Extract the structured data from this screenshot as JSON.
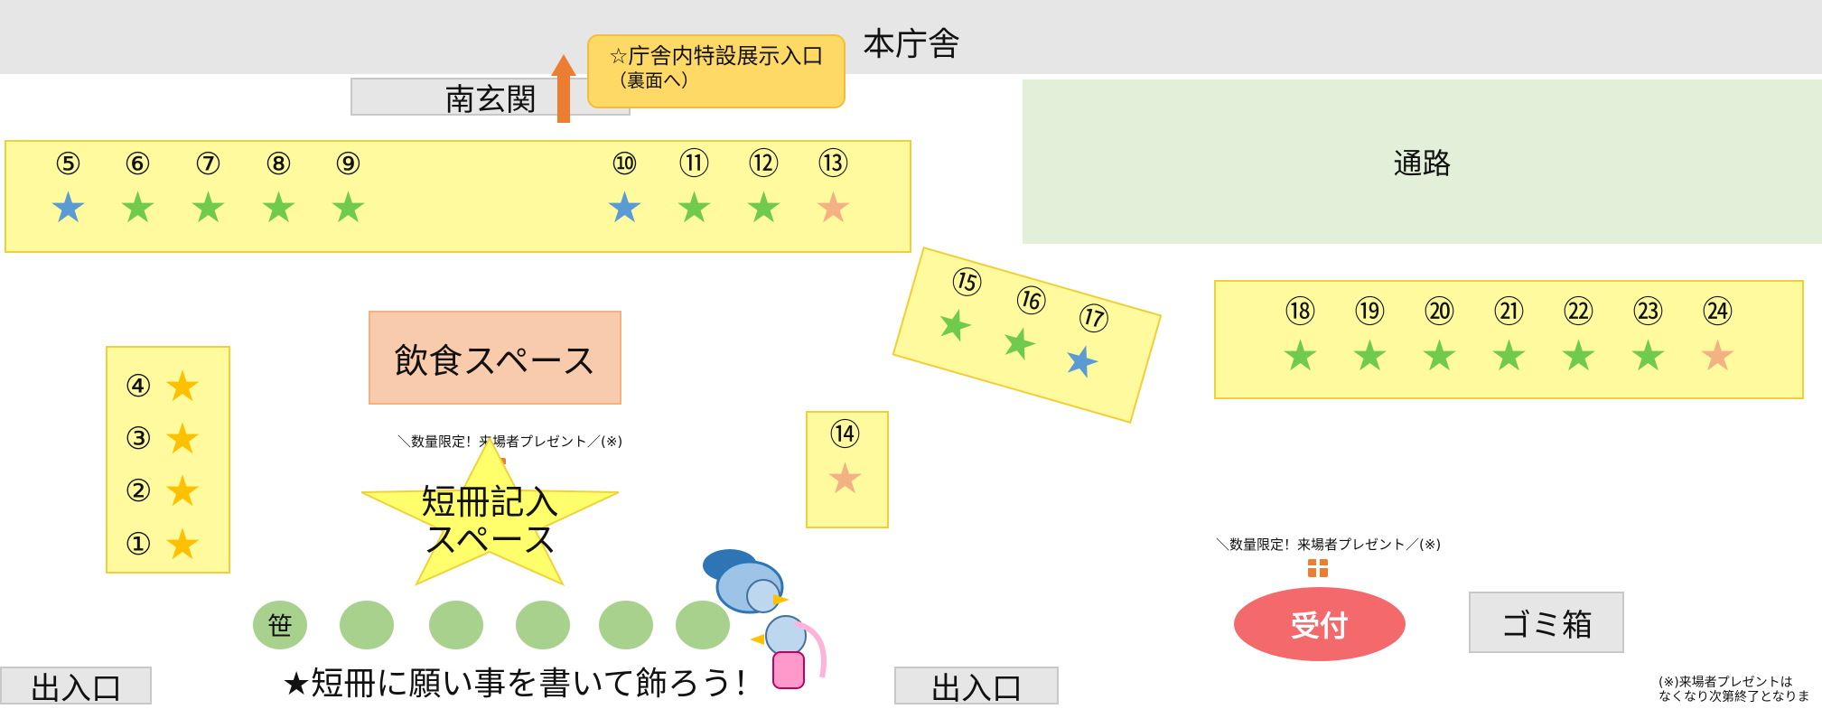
{
  "header": {
    "building": "本庁舎"
  },
  "notice": {
    "line1": "☆庁舎内特設展示入口",
    "line2": "（裏面へ）"
  },
  "south_entrance": "南玄関",
  "aisle": "通路",
  "food_space": "飲食スペース",
  "tanzaku": {
    "present_note": "＼数量限定！来場者プレゼント／(※)",
    "label_line1": "短冊記入",
    "label_line2": "スペース",
    "bamboo_label": "笹",
    "caption": "★短冊に願い事を書いて飾ろう！"
  },
  "reception": {
    "present_note": "＼数量限定！来場者プレゼント／(※)",
    "label": "受付"
  },
  "trash": "ゴミ箱",
  "exits": {
    "left": "出入口",
    "center": "出入口"
  },
  "footnote": {
    "line1": "(※)来場者プレゼントは",
    "line2": "なくなり次第終了となりま"
  },
  "colors": {
    "blue_star": "#5b9bd5",
    "green_star": "#70ca4b",
    "pink_star": "#f4b183",
    "gold_star": "#ffc000"
  },
  "stalls": {
    "top_left": [
      {
        "num": "⑤",
        "color": "blue"
      },
      {
        "num": "⑥",
        "color": "green"
      },
      {
        "num": "⑦",
        "color": "green"
      },
      {
        "num": "⑧",
        "color": "green"
      },
      {
        "num": "⑨",
        "color": "green"
      }
    ],
    "top_right": [
      {
        "num": "⑩",
        "color": "blue"
      },
      {
        "num": "⑪",
        "color": "green"
      },
      {
        "num": "⑫",
        "color": "green"
      },
      {
        "num": "⑬",
        "color": "pink"
      }
    ],
    "left_col": [
      {
        "num": "④",
        "color": "gold"
      },
      {
        "num": "③",
        "color": "gold"
      },
      {
        "num": "②",
        "color": "gold"
      },
      {
        "num": "①",
        "color": "gold"
      }
    ],
    "single": [
      {
        "num": "⑭",
        "color": "pink"
      }
    ],
    "tilted": [
      {
        "num": "⑮",
        "color": "green"
      },
      {
        "num": "⑯",
        "color": "green"
      },
      {
        "num": "⑰",
        "color": "blue"
      }
    ],
    "right_row": [
      {
        "num": "⑱",
        "color": "green"
      },
      {
        "num": "⑲",
        "color": "green"
      },
      {
        "num": "⑳",
        "color": "green"
      },
      {
        "num": "㉑",
        "color": "green"
      },
      {
        "num": "㉒",
        "color": "green"
      },
      {
        "num": "㉓",
        "color": "green"
      },
      {
        "num": "㉔",
        "color": "pink"
      }
    ]
  }
}
